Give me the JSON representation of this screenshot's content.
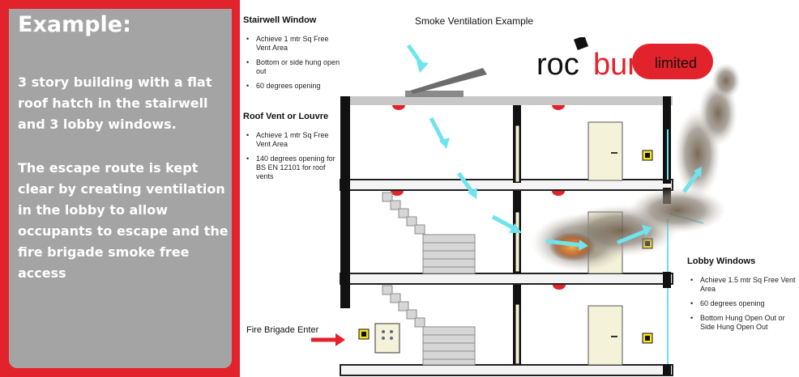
{
  "panel": {
    "title": "Example:",
    "paragraph1": "3 story building with a flat roof hatch in the stairwell and 3 lobby windows.",
    "paragraph2": "The escape route is kept clear by creating ventilation in the lobby to allow occupants to escape and the fire brigade smoke free access"
  },
  "diagram": {
    "title": "Smoke Ventilation Example",
    "stairwell_window": {
      "heading": "Stairwell Window",
      "items": [
        "Achieve 1 mtr Sq Free Vent Area",
        "Bottom or side hung open out",
        "60 degrees opening"
      ]
    },
    "roof_vent": {
      "heading": "Roof Vent or Louvre",
      "items": [
        "Achieve 1 mtr Sq Free Vent Area",
        "140 degrees opening for BS EN 12101 for roof vents"
      ]
    },
    "lobby_windows": {
      "heading": "Lobby Windows",
      "items": [
        "Achieve 1.5 mtr Sq Free Vent Area",
        "60 degrees opening",
        "Bottom Hung Open Out or Side Hung Open Out"
      ]
    },
    "fire_brigade": "Fire Brigade Enter"
  },
  "logo": {
    "part1": "roc",
    "part2": "burn",
    "part3": "limited"
  },
  "colors": {
    "brand_red": "#e3232b",
    "panel_grey": "#a4a4a4",
    "airflow_cyan": "#6fe3ee",
    "slab_grey": "#c8c8c8"
  }
}
